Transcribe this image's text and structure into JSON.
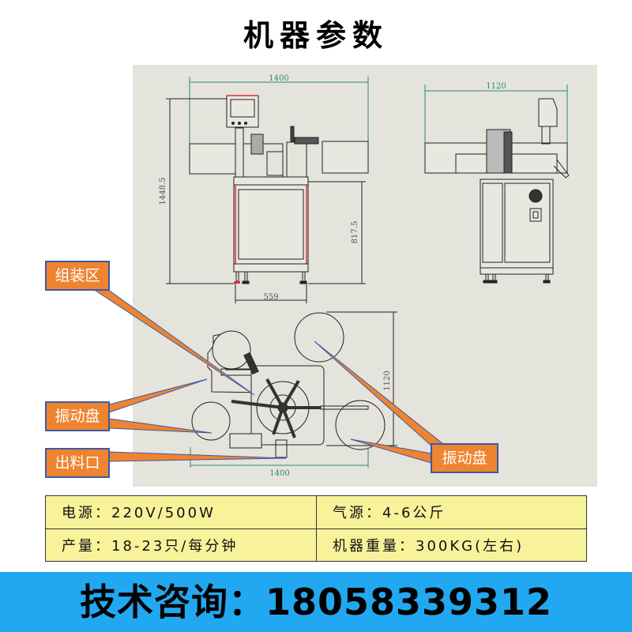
{
  "header": {
    "title": "机器参数"
  },
  "drawing": {
    "front_view": {
      "width_dim": "1400",
      "height_dim": "1448.5",
      "table_height_dim": "817.5",
      "base_width_dim": "559"
    },
    "side_view": {
      "width_dim": "1120"
    },
    "top_view": {
      "width_dim": "1400",
      "depth_dim": "1120"
    },
    "colors": {
      "background": "#e4e3dc",
      "dimension_green": "#2e8a70",
      "highlight_red": "#e03030"
    }
  },
  "callouts": [
    {
      "id": "assembly",
      "label": "组装区"
    },
    {
      "id": "vibratory-left",
      "label": "振动盘"
    },
    {
      "id": "outlet",
      "label": "出料口"
    },
    {
      "id": "vibratory-right",
      "label": "振动盘"
    }
  ],
  "callout_colors": {
    "fill": "#ee8430",
    "border": "#3a5aa8"
  },
  "specs": {
    "rows": [
      {
        "left": "电源：220V/500W",
        "right": "气源：4-6公斤"
      },
      {
        "left": "产量：18-23只/每分钟",
        "right": "机器重量：300KG(左右)"
      }
    ],
    "background": "#f8f29a"
  },
  "contact": {
    "label": "技术咨询：",
    "phone": "18058339312",
    "background": "#22a8f0"
  }
}
